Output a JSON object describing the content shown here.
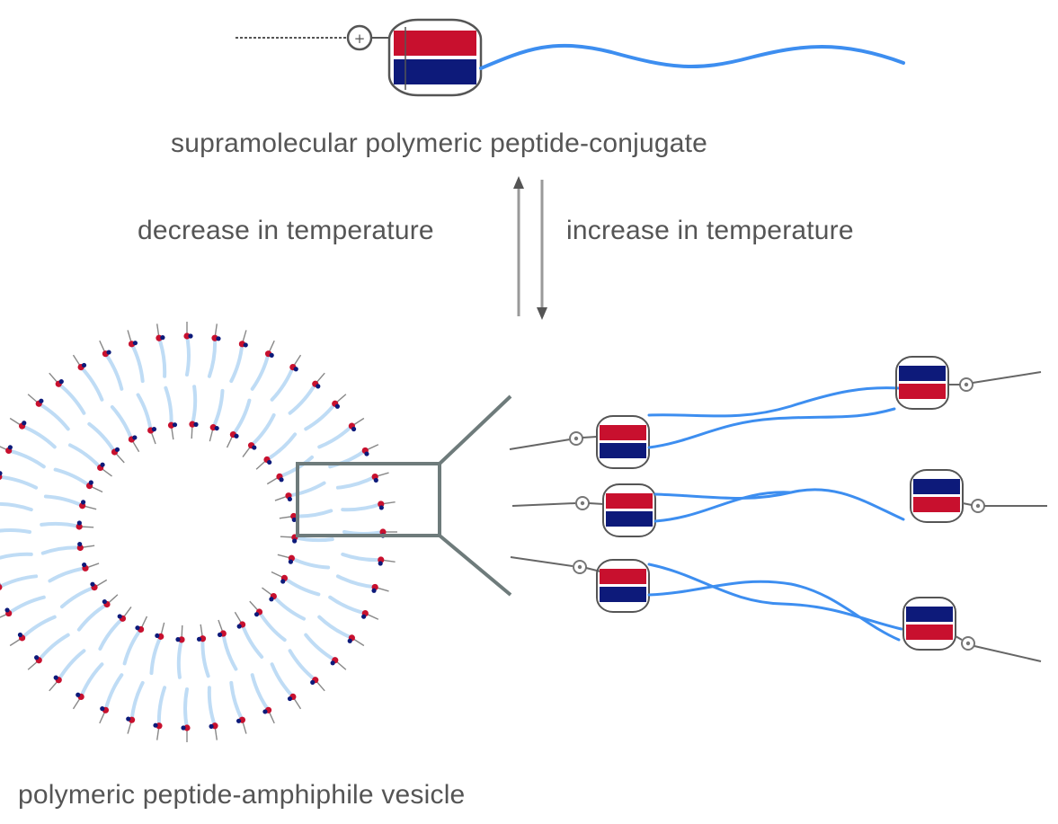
{
  "labels": {
    "conjugate": "supramolecular polymeric peptide-conjugate",
    "decrease": "decrease in temperature",
    "increase": "increase in temperature",
    "vesicle": "polymeric peptide-amphiphile vesicle"
  },
  "colors": {
    "red_block": "#c8102e",
    "navy_block": "#0d1a7a",
    "polymer_blue": "#3d8ef0",
    "polymer_light": "#bfdcf5",
    "line_gray": "#555555",
    "box_gray": "#6e7b7b",
    "arrow_gray": "#9a9a9a"
  },
  "icons": {
    "linker": "linker-circle-icon",
    "peptide": "peptide-barrel-icon",
    "arrow_up": "arrow-up-icon",
    "arrow_down": "arrow-down-icon"
  }
}
